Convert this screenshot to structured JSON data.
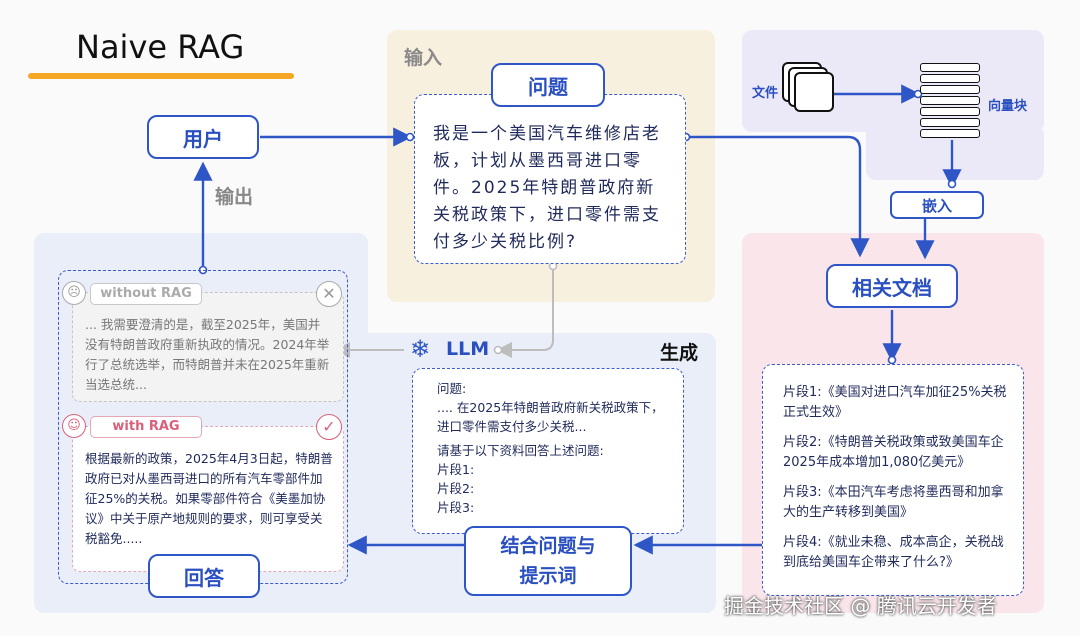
{
  "title": "Naive RAG",
  "colors": {
    "accent": "#2f56c6",
    "underline": "#f5a623",
    "with_rag": "#d9607a"
  },
  "user_label": "用户",
  "output_label": "输出",
  "input_label": "输入",
  "question": {
    "label": "问题",
    "text": "我是一个美国汽车维修店老板，计划从墨西哥进口零件。2025年特朗普政府新关税政策下，进口零件需支付多少关税比例?"
  },
  "vector": {
    "file_label": "文件",
    "vector_label": "向量块",
    "embed_label": "嵌入"
  },
  "related_docs": {
    "label": "相关文档",
    "snippets": [
      "片段1:《美国对进口汽车加征25%关税正式生效》",
      "片段2:《特朗普关税政策或致美国车企2025年成本增加1,080亿美元》",
      "片段3:《本田汽车考虑将墨西哥和加拿大的生产转移到美国》",
      "片段4:《就业未稳、成本高企，关税战到底给美国车企带来了什么?》"
    ]
  },
  "llm": {
    "label": "LLM",
    "generate_label": "生成",
    "prompt_lines": [
      "问题:",
      ".... 在2025年特朗普政府新关税政策下，进口零件需支付多少关税...",
      "请基于以下资料回答上述问题:",
      "片段1:",
      "片段2:",
      "片段3:"
    ]
  },
  "combine_label": "结合问题与提示词",
  "answer_label": "回答",
  "without_rag": {
    "label": "without RAG",
    "text": "... 我需要澄清的是，截至2025年，美国并没有特朗普政府重新执政的情况。2024年举行了总统选举，而特朗普并未在2025年重新当选总统..."
  },
  "with_rag": {
    "label": "with RAG",
    "text": "根据最新的政策，2025年4月3日起，特朗普政府已对从墨西哥进口的所有汽车零部件加征25%的关税。如果零部件符合《美墨加协议》中关于原产地规则的要求，则可享受关税豁免....."
  },
  "watermark": "掘金技术社区 @ 腾讯云开发者"
}
